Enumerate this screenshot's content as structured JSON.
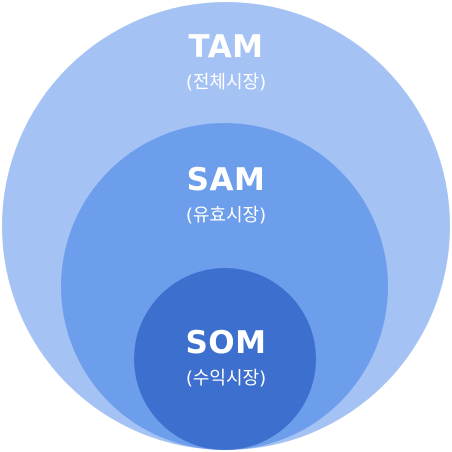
{
  "diagram": {
    "layers": [
      {
        "key": "tam",
        "title": "TAM",
        "subtitle": "(전체시장)",
        "color": "#a4c2f4"
      },
      {
        "key": "sam",
        "title": "SAM",
        "subtitle": "(유효시장)",
        "color": "#6d9eeb"
      },
      {
        "key": "som",
        "title": "SOM",
        "subtitle": "(수익시장)",
        "color": "#3c6fce"
      }
    ]
  }
}
